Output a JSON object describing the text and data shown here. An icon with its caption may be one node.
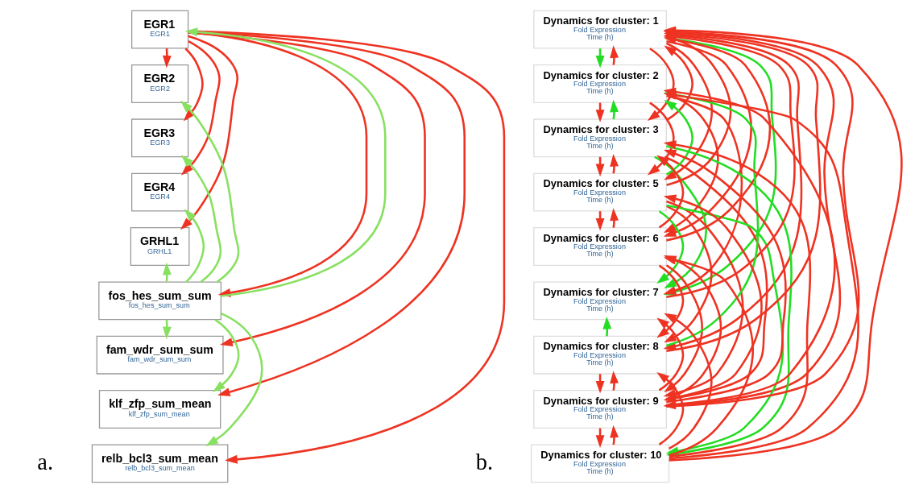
{
  "diagram": {
    "nodes": [
      {
        "text": [
          "EGR1",
          "EGR1"
        ]
      },
      {
        "text": [
          "EGR2",
          "EGR2"
        ]
      },
      {
        "text": [
          "EGR3",
          "EGR3"
        ]
      },
      {
        "text": [
          "EGR4",
          "EGR4"
        ]
      },
      {
        "text": [
          "GRHL1",
          "GRHL1"
        ]
      },
      {
        "text": [
          "fos_hes_sum_sum",
          "fos_hes_sum_sum"
        ]
      },
      {
        "text": [
          "fam_wdr_sum_sum",
          "fam_wdr_sum_sum"
        ]
      },
      {
        "text": [
          "klf_zfp_sum_mean",
          "klf_zfp_sum_mean"
        ]
      },
      {
        "text": [
          "relb_bcl3_sum_mean",
          "relb_bcl3_sum_mean"
        ]
      },
      {
        "text": [
          "Dynamics for cluster: 1",
          "Fold Expression",
          "Time (h)"
        ]
      },
      {
        "text": [
          "Dynamics for cluster: 2",
          "Fold Expression",
          "Time (h)"
        ]
      },
      {
        "text": [
          "Dynamics for cluster: 3",
          "Fold Expression",
          "Time (h)"
        ]
      },
      {
        "text": [
          "Dynamics for cluster: 5",
          "Fold Expression",
          "Time (h)"
        ]
      },
      {
        "text": [
          "Dynamics for cluster: 6",
          "Fold Expression",
          "Time (h)"
        ]
      },
      {
        "text": [
          "Dynamics for cluster: 7",
          "Fold Expression",
          "Time (h)"
        ]
      },
      {
        "text": [
          "Dynamics for cluster: 8",
          "Fold Expression",
          "Time (h)"
        ]
      },
      {
        "text": [
          "Dynamics for cluster: 9",
          "Fold Expression",
          "Time (h)"
        ]
      },
      {
        "text": [
          "Dynamics for cluster: 10",
          "Fold Expression",
          "Time (h)"
        ]
      }
    ],
    "edges": [
      {
        "from": 0,
        "to": 1,
        "arrow": "to"
      },
      {
        "from": 0,
        "to": 2,
        "arrow": "to"
      },
      {
        "from": 0,
        "to": 3,
        "arrow": "to"
      },
      {
        "from": 0,
        "to": 4,
        "arrow": "to"
      },
      {
        "from": 0,
        "to": 5,
        "arrow": "to"
      },
      {
        "from": 0,
        "to": 6,
        "arrow": "to"
      },
      {
        "from": 0,
        "to": 7,
        "arrow": "to"
      },
      {
        "from": 0,
        "to": 8,
        "arrow": "to"
      },
      {
        "from": 5,
        "to": 0,
        "arrow": "to",
        "color": "#88e060"
      },
      {
        "from": 5,
        "to": 1,
        "arrow": "to",
        "color": "#88e060"
      },
      {
        "from": 5,
        "to": 2,
        "arrow": "to",
        "color": "#88e060"
      },
      {
        "from": 5,
        "to": 3,
        "arrow": "to",
        "color": "#88e060"
      },
      {
        "from": 5,
        "to": 4,
        "arrow": "to",
        "color": "#88e060"
      },
      {
        "from": 5,
        "to": 6,
        "arrow": "to",
        "color": "#88e060"
      },
      {
        "from": 5,
        "to": 7,
        "arrow": "to",
        "color": "#88e060"
      },
      {
        "from": 5,
        "to": 8,
        "arrow": "to",
        "color": "#88e060"
      },
      {
        "from": 9,
        "to": 10,
        "arrow": "to",
        "color": "#22dd22"
      },
      {
        "from": 9,
        "to": 11,
        "arrow": "to"
      },
      {
        "from": 9,
        "to": 12,
        "arrow": "to"
      },
      {
        "from": 9,
        "to": 13,
        "arrow": "to"
      },
      {
        "from": 9,
        "to": 14,
        "arrow": "to",
        "color": "#22dd22"
      },
      {
        "from": 9,
        "to": 15,
        "arrow": "to"
      },
      {
        "from": 9,
        "to": 16,
        "arrow": "to"
      },
      {
        "from": 10,
        "to": 9,
        "arrow": "to"
      },
      {
        "from": 10,
        "to": 11,
        "arrow": "to"
      },
      {
        "from": 10,
        "to": 12,
        "arrow": "to"
      },
      {
        "from": 10,
        "to": 13,
        "arrow": "to"
      },
      {
        "from": 10,
        "to": 14,
        "arrow": "to"
      },
      {
        "from": 11,
        "to": 9,
        "arrow": "to"
      },
      {
        "from": 11,
        "to": 10,
        "arrow": "to",
        "color": "#22dd22"
      },
      {
        "from": 11,
        "to": 12,
        "arrow": "to"
      },
      {
        "from": 11,
        "to": 14,
        "arrow": "to",
        "color": "#22dd22"
      },
      {
        "from": 11,
        "to": 16,
        "arrow": "to"
      },
      {
        "from": 11,
        "to": 17,
        "arrow": "to",
        "color": "#22dd22"
      },
      {
        "from": 12,
        "to": 11,
        "arrow": "to"
      },
      {
        "from": 12,
        "to": 10,
        "arrow": "to",
        "color": "#22dd22"
      },
      {
        "from": 12,
        "to": 9,
        "arrow": "to"
      },
      {
        "from": 12,
        "to": 17,
        "arrow": "to",
        "color": "#22dd22"
      },
      {
        "from": 12,
        "to": 16,
        "arrow": "to"
      },
      {
        "from": 12,
        "to": 15,
        "arrow": "to"
      },
      {
        "from": 12,
        "to": 14,
        "arrow": "to",
        "color": "#22dd22"
      },
      {
        "from": 12,
        "to": 13,
        "arrow": "to"
      },
      {
        "from": 13,
        "to": 12,
        "arrow": "to"
      },
      {
        "from": 13,
        "to": 11,
        "arrow": "to"
      },
      {
        "from": 13,
        "to": 9,
        "arrow": "to"
      },
      {
        "from": 13,
        "to": 15,
        "arrow": "to"
      },
      {
        "from": 13,
        "to": 16,
        "arrow": "to"
      },
      {
        "from": 14,
        "to": 9,
        "arrow": "to"
      },
      {
        "from": 15,
        "to": 10,
        "arrow": "to",
        "color": "#22dd22"
      },
      {
        "from": 15,
        "to": 9,
        "arrow": "to"
      },
      {
        "from": 15,
        "to": 14,
        "arrow": "to",
        "color": "#22dd22"
      },
      {
        "from": 15,
        "to": 16,
        "arrow": "to"
      },
      {
        "from": 16,
        "to": 15,
        "arrow": "to"
      },
      {
        "from": 16,
        "to": 14,
        "arrow": "to"
      },
      {
        "from": 16,
        "to": 13,
        "arrow": "to"
      },
      {
        "from": 16,
        "to": 12,
        "arrow": "to"
      },
      {
        "from": 16,
        "to": 11,
        "arrow": "to"
      },
      {
        "from": 16,
        "to": 10,
        "arrow": "to"
      },
      {
        "from": 16,
        "to": 9,
        "arrow": "to"
      },
      {
        "from": 16,
        "to": 17,
        "arrow": "to"
      },
      {
        "from": 17,
        "to": 16,
        "arrow": "to"
      },
      {
        "from": 17,
        "to": 15,
        "arrow": "to"
      },
      {
        "from": 17,
        "to": 14,
        "arrow": "to"
      },
      {
        "from": 17,
        "to": 13,
        "arrow": "to"
      },
      {
        "from": 17,
        "to": 11,
        "arrow": "to"
      },
      {
        "from": 17,
        "to": 10,
        "arrow": "to"
      },
      {
        "from": 17,
        "to": 9,
        "arrow": "to"
      }
    ],
    "labels": [
      "a.",
      "b."
    ]
  }
}
